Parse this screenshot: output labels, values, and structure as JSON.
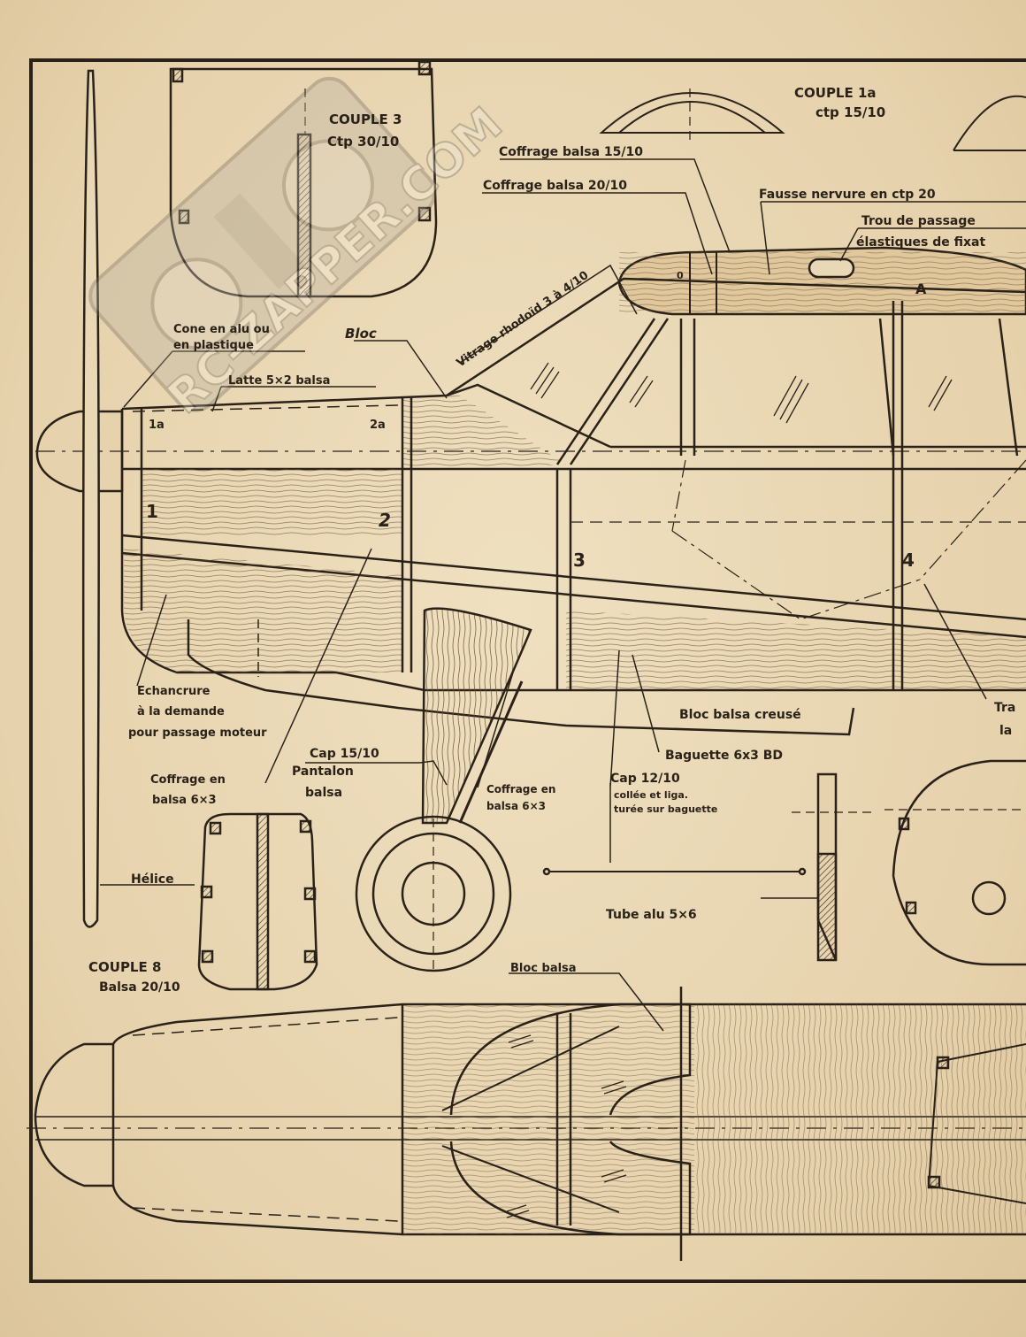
{
  "labels": {
    "couple_1a_title": "COUPLE 1a",
    "couple_1a_sub": "ctp 15/10",
    "couple_3_title": "COUPLE 3",
    "couple_3_sub": "Ctp 30/10",
    "coffrage_15": "Coffrage balsa 15/10",
    "coffrage_20": "Coffrage balsa 20/10",
    "fausse_nervure": "Fausse nervure en ctp 20",
    "trou_passage": "Trou de passage",
    "elastiques": "élastiques de fixat",
    "vitrage": "Vitrage rhodoïd 3 à 4/10",
    "cone_line1": "Cone en alu ou",
    "cone_line2": "en plastique",
    "bloc": "Bloc",
    "latte": "Latte 5×2 balsa",
    "mark_1a": "1a",
    "mark_2a": "2a",
    "mark_1": "1",
    "mark_2": "2",
    "mark_3": "3",
    "mark_4": "4",
    "mark_A": "A",
    "mark_0": "0",
    "echancrure_1": "Echancrure",
    "echancrure_2": "à la demande",
    "echancrure_3": "pour passage moteur",
    "bloc_creuse": "Bloc balsa creusé",
    "tra_1": "Tra",
    "tra_2": "la",
    "cap_1510": "Cap 15/10",
    "pantalon_1": "Pantalon",
    "pantalon_2": "balsa",
    "baguette": "Baguette 6x3 BD",
    "coffrage_en_1": "Coffrage en",
    "coffrage_en_2": "balsa 6×3",
    "coffrage_en_b1": "Coffrage en",
    "coffrage_en_b2": "balsa 6×3",
    "cap_1210": "Cap 12/10",
    "collee_1": "collée et liga.",
    "collee_2": "turée sur baguette",
    "helice": "Hélice",
    "tube": "Tube alu 5×6",
    "couple_8_title": "COUPLE 8",
    "couple_8_sub": "Balsa 20/10",
    "bloc_balsa": "Bloc balsa"
  },
  "watermark": "RC-ZAPPER.COM",
  "colors": {
    "paper": "#e9d8b6",
    "ink": "#2a2218",
    "wood": "#d9b98a"
  }
}
